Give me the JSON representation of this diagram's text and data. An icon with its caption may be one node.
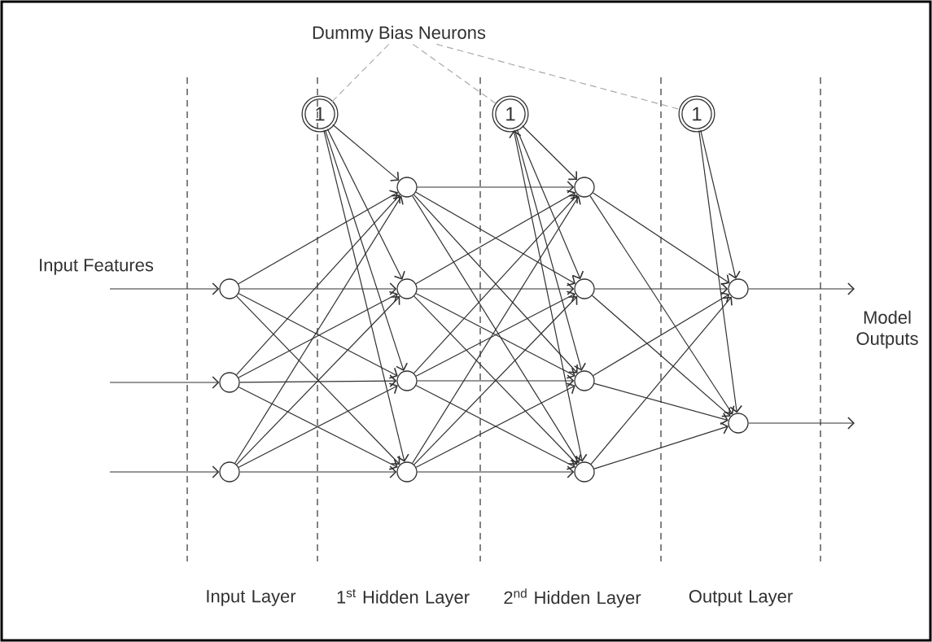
{
  "diagram": {
    "nodes": [
      {
        "text": [
          "Dummy Bias Neurons"
        ]
      },
      {
        "text": [
          "1"
        ]
      },
      {
        "text": [
          "1"
        ]
      },
      {
        "text": [
          "1"
        ]
      },
      {
        "text": [],
        "shape": "circle"
      },
      {
        "text": [],
        "shape": "circle"
      },
      {
        "text": [],
        "shape": "circle"
      },
      {
        "text": [],
        "shape": "circle"
      },
      {
        "text": [],
        "shape": "circle"
      },
      {
        "text": [],
        "shape": "circle"
      },
      {
        "text": [],
        "shape": "circle"
      },
      {
        "text": [],
        "shape": "circle"
      },
      {
        "text": [],
        "shape": "circle"
      },
      {
        "text": [],
        "shape": "circle"
      },
      {
        "text": [],
        "shape": "circle"
      },
      {
        "text": [],
        "shape": "circle"
      },
      {
        "text": [],
        "shape": "circle"
      }
    ],
    "edges": [
      {
        "from": 0,
        "to": 1,
        "arrow": "none",
        "style": "dashed",
        "color": "#aaaaaa"
      },
      {
        "from": 0,
        "to": 2,
        "arrow": "none",
        "style": "dashed",
        "color": "#aaaaaa"
      },
      {
        "from": 0,
        "to": 3,
        "arrow": "none",
        "style": "dashed",
        "color": "#aaaaaa"
      },
      {
        "from": null,
        "to": 4,
        "arrow": "to"
      },
      {
        "from": null,
        "to": 5,
        "arrow": "to"
      },
      {
        "from": null,
        "to": 6,
        "arrow": "to"
      },
      {
        "from": 1,
        "to": 7,
        "arrow": "to"
      },
      {
        "from": 1,
        "to": 8,
        "arrow": "to"
      },
      {
        "from": 1,
        "to": 9,
        "arrow": "to"
      },
      {
        "from": 1,
        "to": 10,
        "arrow": "to"
      },
      {
        "from": 4,
        "to": 7,
        "arrow": "to"
      },
      {
        "from": 4,
        "to": 8,
        "arrow": "to"
      },
      {
        "from": 4,
        "to": 9,
        "arrow": "to"
      },
      {
        "from": 4,
        "to": 10,
        "arrow": "to"
      },
      {
        "from": 5,
        "to": 7,
        "arrow": "to"
      },
      {
        "from": 5,
        "to": 8,
        "arrow": "to"
      },
      {
        "from": 5,
        "to": 9,
        "arrow": "to"
      },
      {
        "from": 5,
        "to": 10,
        "arrow": "to"
      },
      {
        "from": 6,
        "to": 7,
        "arrow": "to"
      },
      {
        "from": 6,
        "to": 8,
        "arrow": "to"
      },
      {
        "from": 6,
        "to": 9,
        "arrow": "to"
      },
      {
        "from": 6,
        "to": 10,
        "arrow": "to"
      },
      {
        "from": 2,
        "to": 11,
        "arrow": "to"
      },
      {
        "from": 2,
        "to": 12,
        "arrow": "to"
      },
      {
        "from": 2,
        "to": 13,
        "arrow": "to"
      },
      {
        "from": 2,
        "to": 14,
        "arrow": "both"
      },
      {
        "from": 7,
        "to": 11,
        "arrow": "to"
      },
      {
        "from": 7,
        "to": 12,
        "arrow": "to"
      },
      {
        "from": 7,
        "to": 13,
        "arrow": "to"
      },
      {
        "from": 7,
        "to": 14,
        "arrow": "to"
      },
      {
        "from": 8,
        "to": 11,
        "arrow": "to"
      },
      {
        "from": 8,
        "to": 12,
        "arrow": "to"
      },
      {
        "from": 8,
        "to": 13,
        "arrow": "to"
      },
      {
        "from": 8,
        "to": 14,
        "arrow": "to"
      },
      {
        "from": 9,
        "to": 11,
        "arrow": "to"
      },
      {
        "from": 9,
        "to": 12,
        "arrow": "to"
      },
      {
        "from": 9,
        "to": 13,
        "arrow": "to"
      },
      {
        "from": 9,
        "to": 14,
        "arrow": "to"
      },
      {
        "from": 10,
        "to": 11,
        "arrow": "to"
      },
      {
        "from": 10,
        "to": 12,
        "arrow": "to"
      },
      {
        "from": 10,
        "to": 13,
        "arrow": "to"
      },
      {
        "from": 10,
        "to": 14,
        "arrow": "to"
      },
      {
        "from": 3,
        "to": 15,
        "arrow": "to"
      },
      {
        "from": 3,
        "to": 16,
        "arrow": "to"
      },
      {
        "from": 11,
        "to": 15,
        "arrow": "to"
      },
      {
        "from": 11,
        "to": 16,
        "arrow": "to"
      },
      {
        "from": 12,
        "to": 15,
        "arrow": "to"
      },
      {
        "from": 12,
        "to": 16,
        "arrow": "to"
      },
      {
        "from": 13,
        "to": 15,
        "arrow": "to"
      },
      {
        "from": 13,
        "to": 16,
        "arrow": "to"
      },
      {
        "from": 14,
        "to": 15,
        "arrow": "to"
      },
      {
        "from": 14,
        "to": 16,
        "arrow": "to"
      },
      {
        "from": 15,
        "to": null,
        "arrow": "to"
      },
      {
        "from": 16,
        "to": null,
        "arrow": "to"
      }
    ],
    "labels": [
      "Input Features",
      "Model Outputs",
      "Input Layer",
      "1$^{st}$ Hidden Layer",
      "2$^{nd}$ Hidden Layer",
      "Output Layer"
    ]
  }
}
